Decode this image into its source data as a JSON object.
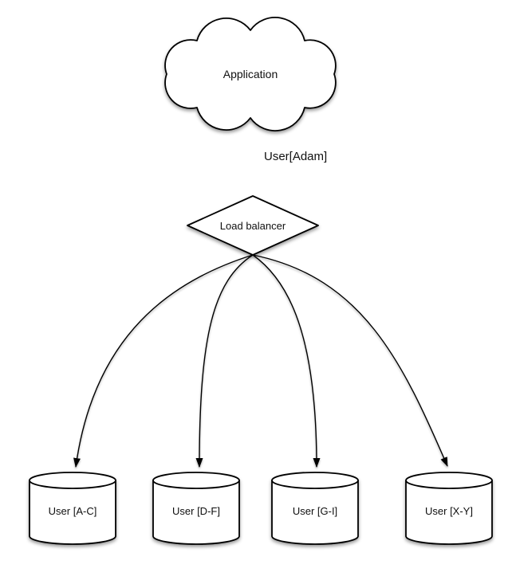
{
  "diagram": {
    "nodes": {
      "application": {
        "label": "Application",
        "type": "cloud"
      },
      "load_balancer": {
        "label": "Load balancer",
        "type": "diamond"
      },
      "shards": [
        {
          "label": "User [A-C]",
          "type": "cylinder"
        },
        {
          "label": "User [D-F]",
          "type": "cylinder"
        },
        {
          "label": "User [G-I]",
          "type": "cylinder"
        },
        {
          "label": "User [X-Y]",
          "type": "cylinder"
        }
      ]
    },
    "edges": {
      "app_to_lb": {
        "label": "User[Adam]"
      }
    },
    "colors": {
      "stroke": "#000000",
      "shape_fill": "#ffffff",
      "background": "#ffffff"
    }
  }
}
